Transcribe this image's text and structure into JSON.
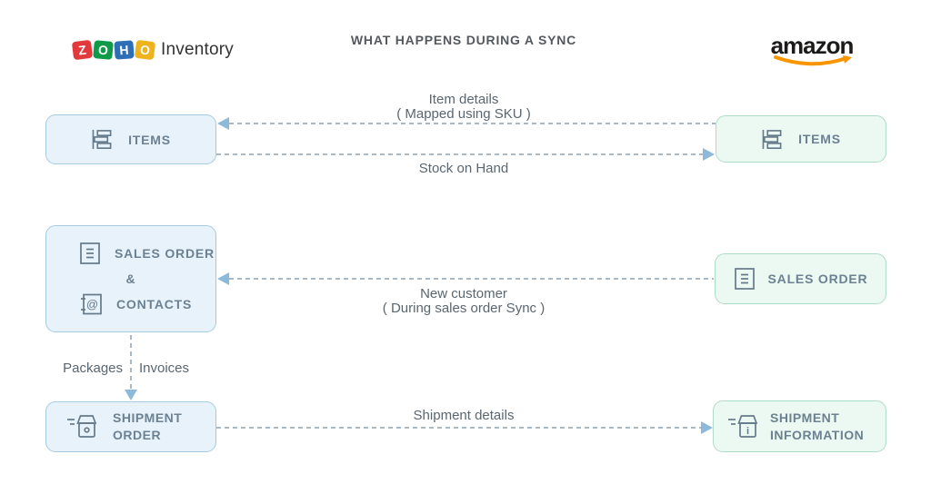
{
  "header": {
    "title": "WHAT HAPPENS DURING A SYNC",
    "zoho_logo": {
      "tiles": [
        {
          "letter": "Z",
          "color": "#e23a3c"
        },
        {
          "letter": "O",
          "color": "#0f9a4a"
        },
        {
          "letter": "H",
          "color": "#2d6fb7"
        },
        {
          "letter": "O",
          "color": "#efb31e"
        }
      ],
      "product": "Inventory"
    },
    "amazon_logo": {
      "wordmark": "amazon",
      "smile_color": "#f99500"
    }
  },
  "zoho_column": {
    "items_box": {
      "label": "ITEMS",
      "icon": "items-stack-icon"
    },
    "sales_contacts_box": {
      "line1": "SALES ORDER",
      "amp": "&",
      "line2": "CONTACTS",
      "icon1": "sales-order-document-icon",
      "icon2": "contacts-address-book-icon"
    },
    "shipment_box": {
      "line1": "SHIPMENT",
      "line2": "ORDER",
      "icon": "shipment-box-icon"
    }
  },
  "amazon_column": {
    "items_box": {
      "label": "ITEMS",
      "icon": "items-stack-icon"
    },
    "sales_order_box": {
      "label": "SALES ORDER",
      "icon": "sales-order-document-icon"
    },
    "shipment_box": {
      "line1": "SHIPMENT",
      "line2": "INFORMATION",
      "icon": "shipment-info-box-icon"
    }
  },
  "flows": {
    "item_details": {
      "line1": "Item details",
      "line2": "( Mapped using SKU )",
      "direction": "to-zoho"
    },
    "stock_on_hand": {
      "line1": "Stock on Hand",
      "direction": "to-amazon"
    },
    "new_customer": {
      "line1": "New customer",
      "line2": "( During sales order Sync )",
      "direction": "to-zoho"
    },
    "shipment_details": {
      "line1": "Shipment details",
      "direction": "to-amazon"
    },
    "internal": {
      "left_label": "Packages",
      "right_label": "Invoices",
      "direction": "down"
    }
  },
  "colors": {
    "zoho_box_fill": "#e8f2fa",
    "zoho_box_border": "#a6cbdf",
    "amazon_box_fill": "#ecf9f2",
    "amazon_box_border": "#aedcc7",
    "arrow_dash": "#a9bac6",
    "arrow_head": "#8db9da",
    "box_text": "#6c8192",
    "label_text": "#5a6670"
  }
}
